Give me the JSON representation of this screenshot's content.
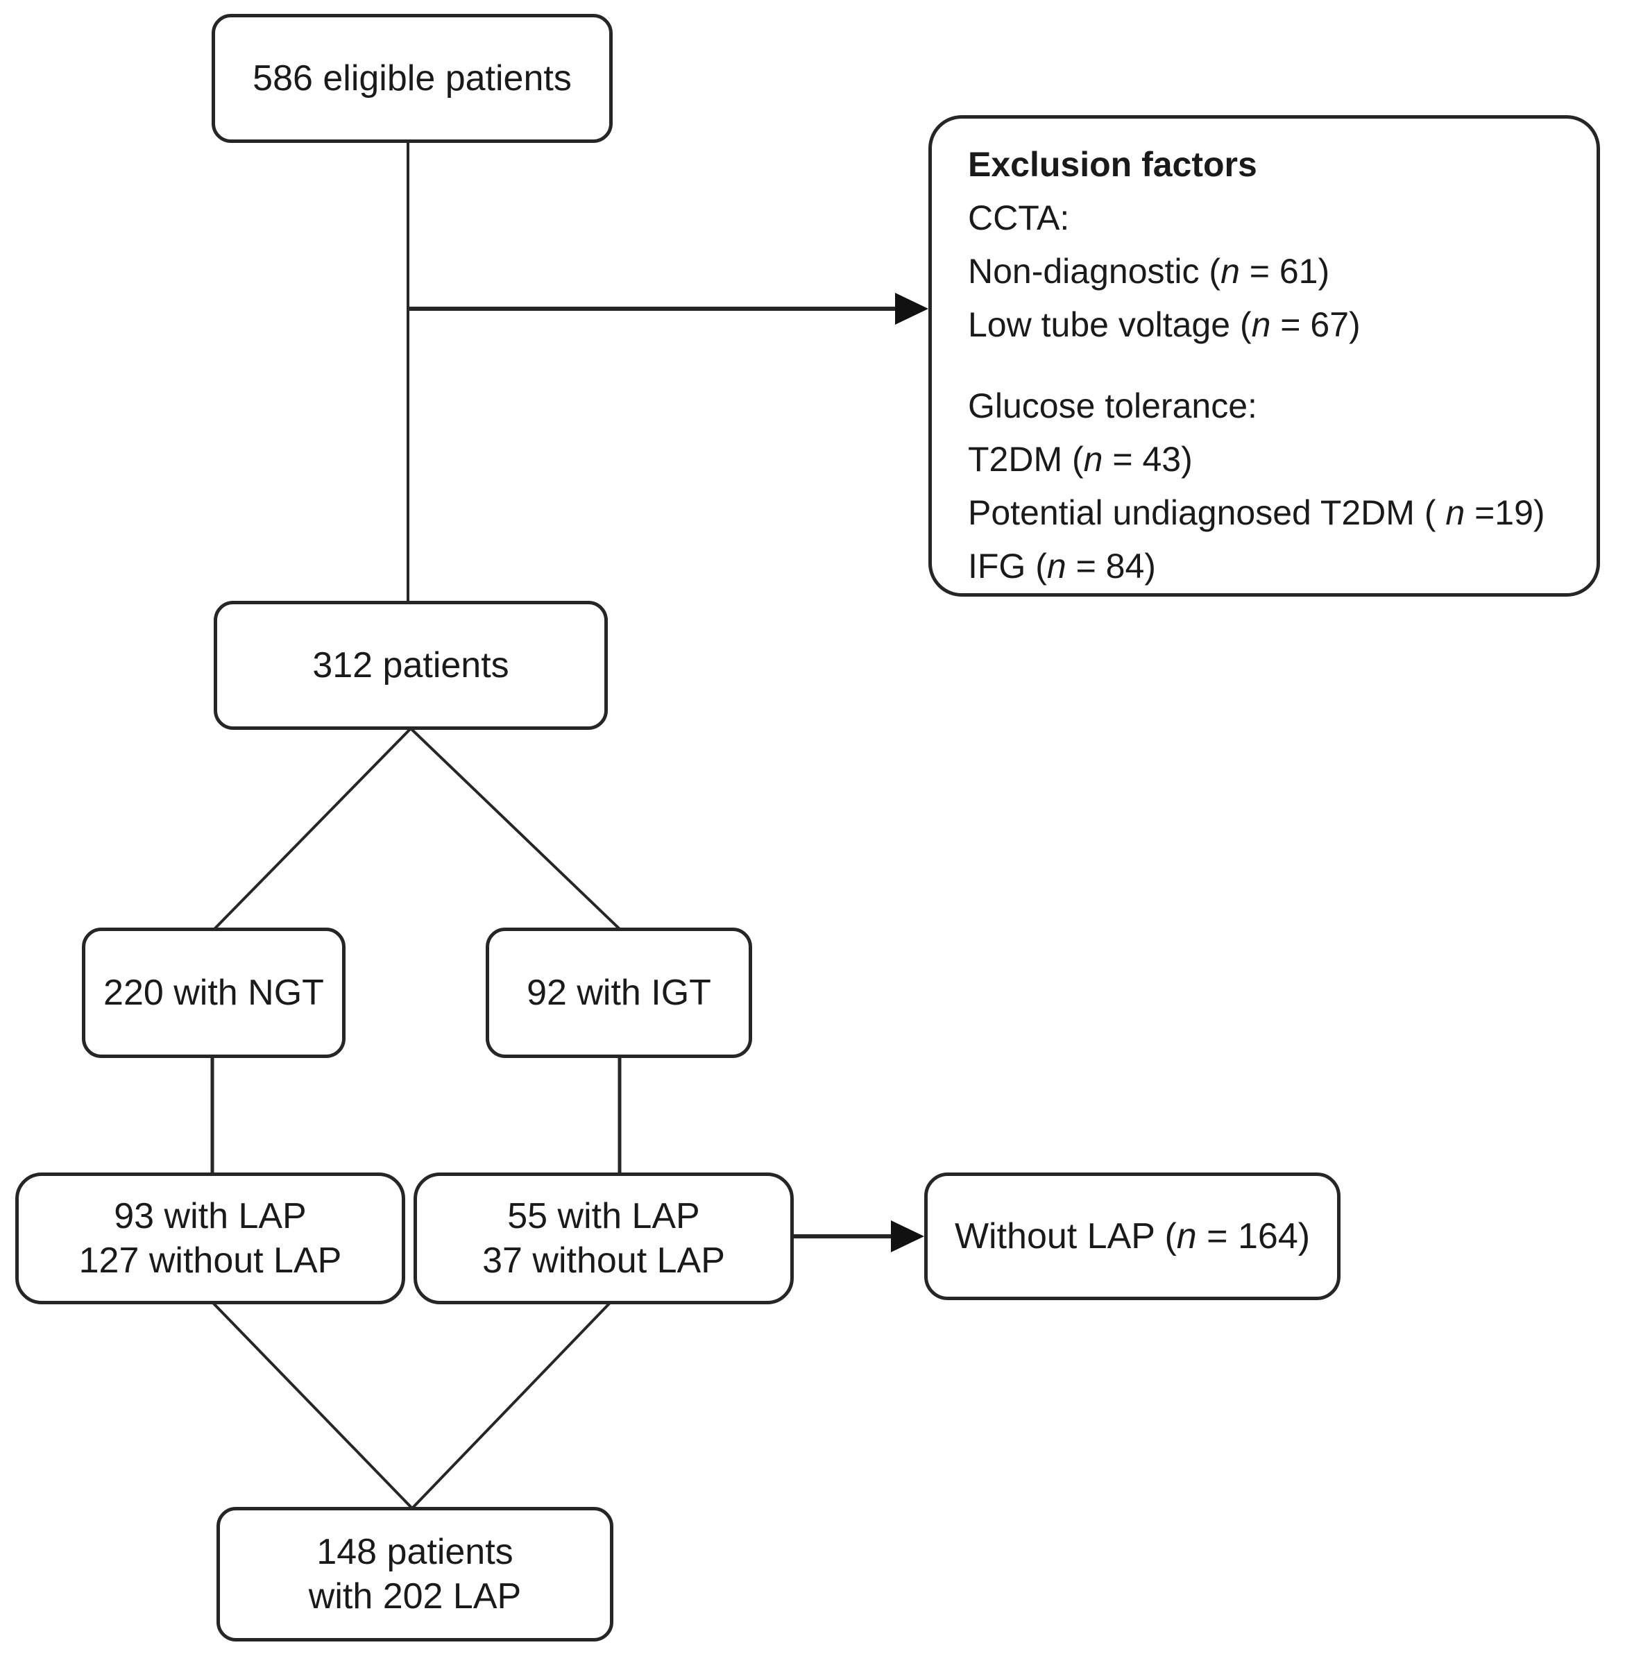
{
  "page": {
    "background": "#ffffff",
    "ink": "#1a1a1a",
    "line_color": "#262626"
  },
  "flow": {
    "eligible": {
      "label": "586 eligible patients"
    },
    "cohort": {
      "label": "312 patients"
    },
    "ngt": {
      "label": "220 with NGT"
    },
    "igt": {
      "label": "92 with IGT"
    },
    "lap_ngt": {
      "line1": "93 with LAP",
      "line2": "127 without LAP"
    },
    "lap_igt": {
      "line1": "55 with LAP",
      "line2": "37 without LAP"
    },
    "without_lap": {
      "pre": "Without LAP (",
      "var": "n",
      "post": " = 164)"
    },
    "final": {
      "line1": "148 patients",
      "line2": "with 202 LAP"
    }
  },
  "exclusion": {
    "title": "Exclusion factors",
    "lines": [
      {
        "pre": "CCTA:",
        "var": "",
        "post": ""
      },
      {
        "pre": "Non-diagnostic (",
        "var": "n",
        "post": " = 61)"
      },
      {
        "pre": "Low tube voltage (",
        "var": "n",
        "post": " = 67)"
      },
      {
        "pre": "Glucose tolerance:",
        "var": "",
        "post": ""
      },
      {
        "pre": "T2DM (",
        "var": "n",
        "post": " = 43)"
      },
      {
        "pre": "Potential undiagnosed T2DM ( ",
        "var": "n",
        "post": " =19)"
      },
      {
        "pre": "IFG (",
        "var": "n",
        "post": " = 84)"
      }
    ]
  }
}
